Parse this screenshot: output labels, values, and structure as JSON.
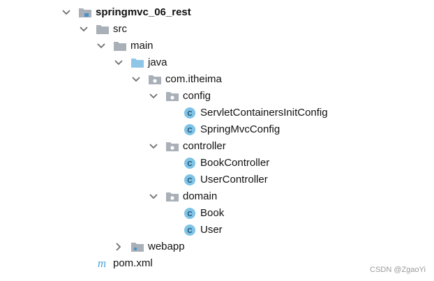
{
  "tree": [
    {
      "label": "springmvc_06_rest",
      "icon": "module-folder-icon",
      "expanded": true
    },
    {
      "label": "src",
      "icon": "folder-icon",
      "expanded": true
    },
    {
      "label": "main",
      "icon": "folder-icon",
      "expanded": true
    },
    {
      "label": "java",
      "icon": "source-root-folder-icon",
      "expanded": true
    },
    {
      "label": "com.itheima",
      "icon": "package-icon",
      "expanded": true
    },
    {
      "label": "config",
      "icon": "package-icon",
      "expanded": true
    },
    {
      "label": "ServletContainersInitConfig",
      "icon": "class-icon"
    },
    {
      "label": "SpringMvcConfig",
      "icon": "class-icon"
    },
    {
      "label": "controller",
      "icon": "package-icon",
      "expanded": true
    },
    {
      "label": "BookController",
      "icon": "class-icon"
    },
    {
      "label": "UserController",
      "icon": "class-icon"
    },
    {
      "label": "domain",
      "icon": "package-icon",
      "expanded": true
    },
    {
      "label": "Book",
      "icon": "class-icon"
    },
    {
      "label": "User",
      "icon": "class-icon"
    },
    {
      "label": "webapp",
      "icon": "web-folder-icon",
      "expanded": false
    },
    {
      "label": "pom.xml",
      "icon": "maven-icon"
    }
  ],
  "watermark": "CSDN @ZgaoYi",
  "colors": {
    "folder": "#a9b0b8",
    "source_root": "#8fc6e8",
    "class_fill": "#7fc3e6",
    "class_letter": "#1f4f6e",
    "maven": "#4aa6d8",
    "chevron": "#6e6e6e"
  }
}
